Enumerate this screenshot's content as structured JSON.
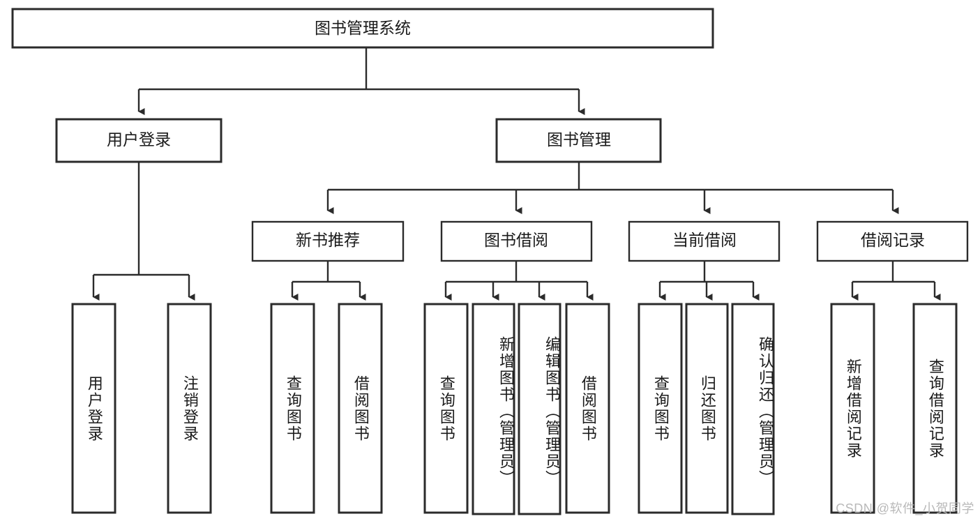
{
  "diagram": {
    "title": "图书管理系统",
    "type": "tree-hierarchy",
    "orientation": "top-down",
    "colors": {
      "stroke": "#2b2b2b",
      "fill": "#ffffff",
      "text": "#1a1a1a",
      "watermark": "#b9b9b9"
    },
    "root": {
      "label": "图书管理系统"
    },
    "level2": [
      {
        "label": "用户登录"
      },
      {
        "label": "图书管理"
      }
    ],
    "level3": [
      {
        "label": "新书推荐"
      },
      {
        "label": "图书借阅"
      },
      {
        "label": "当前借阅"
      },
      {
        "label": "借阅记录"
      }
    ],
    "leaves": {
      "user_login": [
        {
          "label": "用户登录"
        },
        {
          "label": "注销登录"
        }
      ],
      "new_book_recommend": [
        {
          "label": "查询图书"
        },
        {
          "label": "借阅图书"
        }
      ],
      "book_borrow": [
        {
          "label": "查询图书"
        },
        {
          "label": "新增图书（管理员）"
        },
        {
          "label": "编辑图书（管理员）"
        },
        {
          "label": "借阅图书"
        }
      ],
      "current_borrow": [
        {
          "label": "查询图书"
        },
        {
          "label": "归还图书"
        },
        {
          "label": "确认归还（管理员）"
        }
      ],
      "borrow_record": [
        {
          "label": "新增借阅记录"
        },
        {
          "label": "查询借阅记录"
        }
      ]
    }
  },
  "watermark": {
    "text": "CSDN @软件_小贺同学"
  }
}
